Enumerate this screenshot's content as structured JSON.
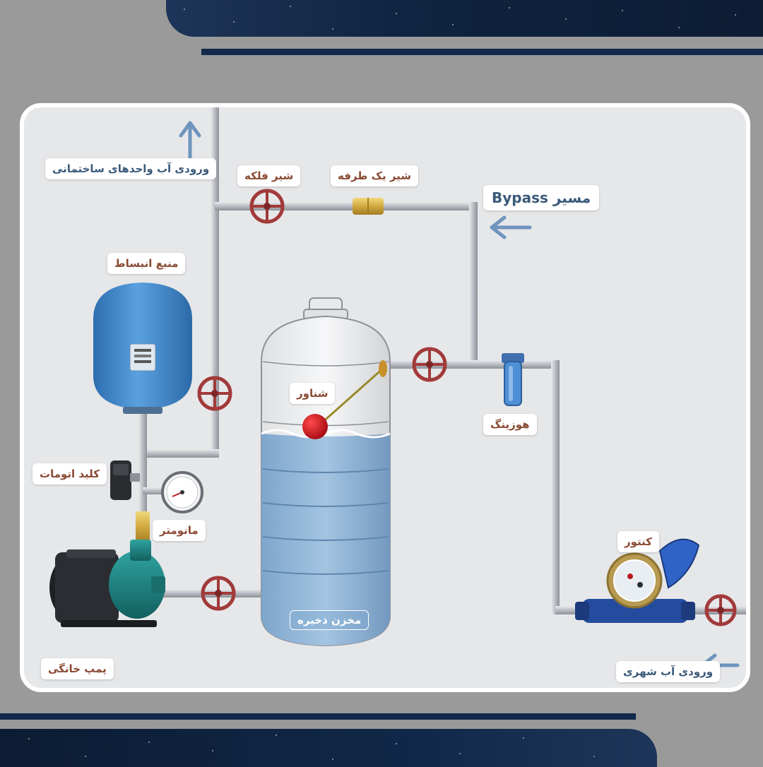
{
  "labels": {
    "building_inlet": "ورودی آب واحدهای ساختمانی",
    "flanged_valve": "شیر فلکه",
    "check_valve": "شیر یک طرفه",
    "bypass_path": "مسیر Bypass",
    "expansion_tank": "منبع انبساط",
    "float": "شناور",
    "filter_housing": "هوزینگ",
    "auto_switch": "کلید اتومات",
    "manometer": "مانومتر",
    "water_meter": "کنتور",
    "storage_tank": "مخزن ذخیره",
    "home_pump": "پمپ خانگی",
    "city_water_inlet": "ورودی آب شهری"
  },
  "colors": {
    "pipe": "#b9bcc2",
    "valve": "#a23a3a",
    "arrow": "#6f95bd",
    "tank_water": "#8fb4d8",
    "expansion_tank": "#3f84c9",
    "pump": "#1f8a8a",
    "float_ball": "#c8111b",
    "label_text": "#8a4a33"
  }
}
